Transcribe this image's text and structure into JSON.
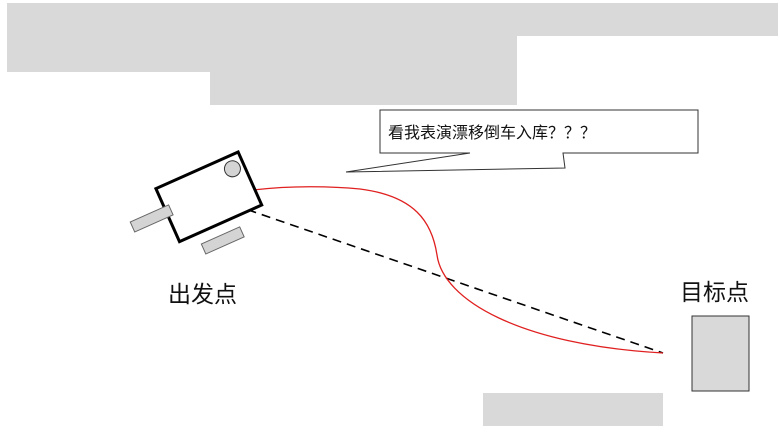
{
  "labels": {
    "start": "出发点",
    "target": "目标点",
    "speech": "看我表演漂移倒车入库？？？"
  },
  "colors": {
    "obstacle": "#d9d9d9",
    "car_outline": "#000000",
    "wheel": "#d4d4d4",
    "path_red": "#e02020",
    "path_dashed": "#000000"
  }
}
